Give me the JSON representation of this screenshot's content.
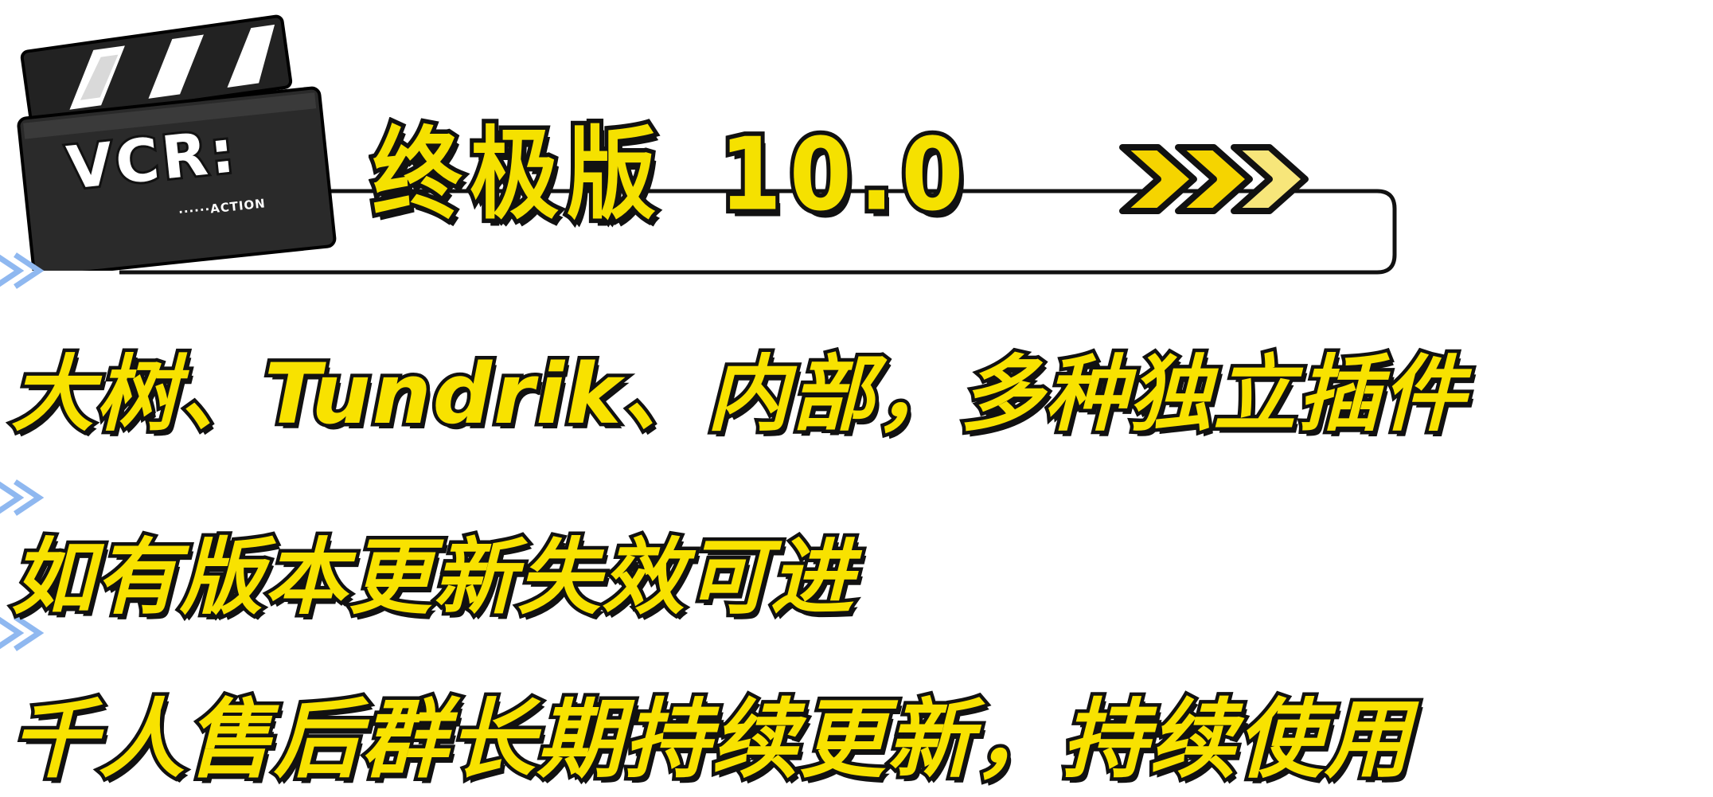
{
  "logo": {
    "title": "VCR:",
    "subtitle": "······ACTION",
    "icon": "clapperboard-icon"
  },
  "header": {
    "edition": "终极版",
    "version": "10.0",
    "arrow_icon": "triple-chevron-right-icon"
  },
  "lines": [
    "大树、Tundrik、内部，多种独立插件",
    "如有版本更新失效可进",
    "千人售后群长期持续更新，持续使用"
  ],
  "colors": {
    "accent": "#f8e200",
    "outline": "#111111",
    "decor": "#8fb8f0"
  }
}
